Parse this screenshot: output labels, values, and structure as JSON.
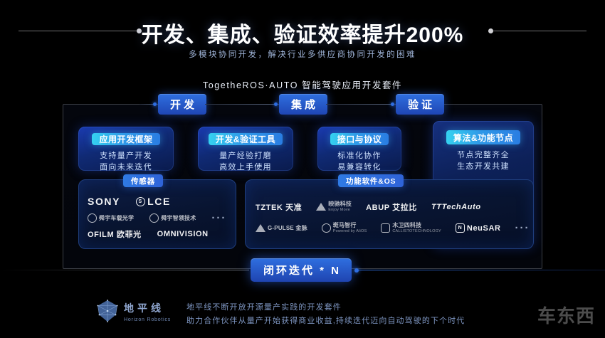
{
  "header": {
    "title": "开发、集成、验证效率提升200%",
    "subtitle": "多模块协同开发，解决行业多供应商协同开发的困难",
    "product_tag": "TogetheROS·AUTO  智能驾驶应用开发套件"
  },
  "stages": [
    {
      "label": "开发"
    },
    {
      "label": "集成"
    },
    {
      "label": "验证"
    }
  ],
  "cards": [
    {
      "badge": "应用开发框架",
      "line1": "支持量产开发",
      "line2": "面向未来迭代"
    },
    {
      "badge": "开发&验证工具",
      "line1": "量产经验打磨",
      "line2": "高效上手使用"
    },
    {
      "badge": "接口与协议",
      "line1": "标准化协作",
      "line2": "易兼容转化"
    },
    {
      "badge": "算法&功能节点",
      "line1": "节点完整齐全",
      "line2": "生态开发共建"
    }
  ],
  "sensor_panel": {
    "badge": "传感器",
    "rows": [
      [
        {
          "name": "SONY",
          "size": "big"
        },
        {
          "name": "LCE",
          "size": "big",
          "mark": "round",
          "glyph": "S"
        }
      ],
      [
        {
          "name": "舜宇车载光学",
          "size": "small",
          "mark": "round",
          "glyph": ""
        },
        {
          "name": "舜宇智领技术",
          "size": "small",
          "mark": "round",
          "glyph": ""
        },
        {
          "name": "···",
          "size": "ellipsis"
        }
      ],
      [
        {
          "name": "OFILM 欧菲光",
          "size": "mid"
        },
        {
          "name": "OMNIVISION",
          "size": "mid"
        }
      ]
    ]
  },
  "software_panel": {
    "badge": "功能软件&OS",
    "rows": [
      [
        {
          "name": "TZTEK 天准",
          "size": "mid"
        },
        {
          "name": "映驰科技",
          "sub": "Enjoy Move",
          "size": "small",
          "mark": "tri"
        },
        {
          "name": "ABUP 艾拉比",
          "size": "mid"
        },
        {
          "name": "TTTechAuto",
          "size": "mid",
          "italic": true
        }
      ],
      [
        {
          "name": "G-PULSE 金脉",
          "size": "small",
          "mark": "tri"
        },
        {
          "name": "斑马智行",
          "sub": "Powered by AliOS",
          "size": "small",
          "mark": "round",
          "glyph": ""
        },
        {
          "name": "木卫四科技",
          "sub": "CALLISTOTECHNOLOGY",
          "size": "small",
          "mark": "square",
          "glyph": ""
        },
        {
          "name": "NeuSAR",
          "size": "mid",
          "mark": "square",
          "glyph": "N"
        },
        {
          "name": "···",
          "size": "ellipsis"
        }
      ]
    ]
  },
  "loop": {
    "label": "闭环迭代 * N"
  },
  "footer": {
    "brand_cn": "地平线",
    "brand_en": "Horizon Robotics",
    "line1": "地平线不断开放开源量产实践的开发套件",
    "line2": "助力合作伙伴从量产开始获得商业收益,持续迭代迈向自动驾驶的下个时代"
  },
  "watermark": "车东西",
  "colors": {
    "background": "#000000",
    "accent_blue": "#2f6fe0",
    "accent_cyan": "#35d2f0",
    "panel_navy": "#0c1c45",
    "subtitle_blue": "#9fb4d8",
    "footer_blue": "#7e96c2"
  }
}
